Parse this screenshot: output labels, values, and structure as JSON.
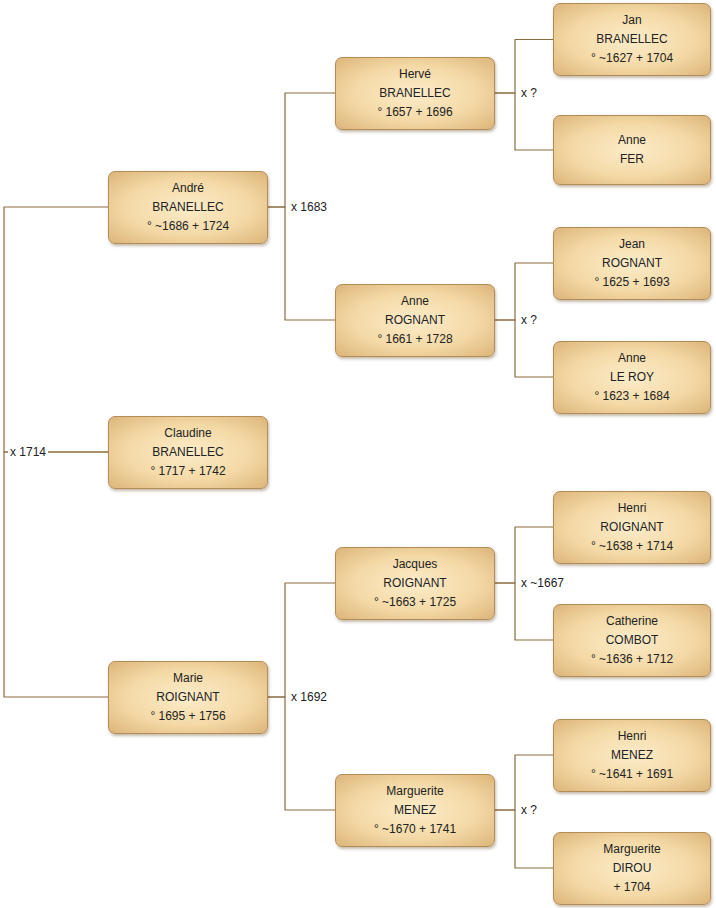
{
  "diagram": {
    "nodes": [
      {
        "text": [
          "Claudine",
          "BRANELLEC",
          "° 1717 + 1742"
        ]
      },
      {
        "text": [
          "André",
          "BRANELLEC",
          "° ~1686 + 1724"
        ]
      },
      {
        "text": [
          "Marie",
          "ROIGNANT",
          "° 1695 + 1756"
        ]
      },
      {
        "text": [
          "Hervé",
          "BRANELLEC",
          "° 1657 + 1696"
        ]
      },
      {
        "text": [
          "Anne",
          "ROGNANT",
          "° 1661 + 1728"
        ]
      },
      {
        "text": [
          "Jacques",
          "ROIGNANT",
          "° ~1663 + 1725"
        ]
      },
      {
        "text": [
          "Marguerite",
          "MENEZ",
          "° ~1670 + 1741"
        ]
      },
      {
        "text": [
          "Jan",
          "BRANELLEC",
          "° ~1627 + 1704"
        ]
      },
      {
        "text": [
          "Anne",
          "FER"
        ]
      },
      {
        "text": [
          "Jean",
          "ROGNANT",
          "° 1625 + 1693"
        ]
      },
      {
        "text": [
          "Anne",
          "LE ROY",
          "° 1623 + 1684"
        ]
      },
      {
        "text": [
          "Henri",
          "ROIGNANT",
          "° ~1638 + 1714"
        ]
      },
      {
        "text": [
          "Catherine",
          "COMBOT",
          "° ~1636 + 1712"
        ]
      },
      {
        "text": [
          "Henri",
          "MENEZ",
          "° ~1641 + 1691"
        ]
      },
      {
        "text": [
          "Marguerite",
          "DIROU",
          "+ 1704"
        ]
      }
    ],
    "edges": [
      {
        "from": 0,
        "to": 1,
        "arrow": "none",
        "label": "x 1714"
      },
      {
        "from": 0,
        "to": 2,
        "arrow": "none"
      },
      {
        "from": 1,
        "to": 3,
        "arrow": "none",
        "label": "x 1683"
      },
      {
        "from": 1,
        "to": 4,
        "arrow": "none"
      },
      {
        "from": 2,
        "to": 5,
        "arrow": "none",
        "label": "x 1692"
      },
      {
        "from": 2,
        "to": 6,
        "arrow": "none"
      },
      {
        "from": 3,
        "to": 7,
        "arrow": "none",
        "label": "x ?"
      },
      {
        "from": 3,
        "to": 8,
        "arrow": "none"
      },
      {
        "from": 4,
        "to": 9,
        "arrow": "none",
        "label": "x ?"
      },
      {
        "from": 4,
        "to": 10,
        "arrow": "none"
      },
      {
        "from": 5,
        "to": 11,
        "arrow": "none",
        "label": "x ~1667"
      },
      {
        "from": 5,
        "to": 12,
        "arrow": "none"
      },
      {
        "from": 6,
        "to": 13,
        "arrow": "none",
        "label": "x ?"
      },
      {
        "from": 6,
        "to": 14,
        "arrow": "none"
      }
    ]
  }
}
